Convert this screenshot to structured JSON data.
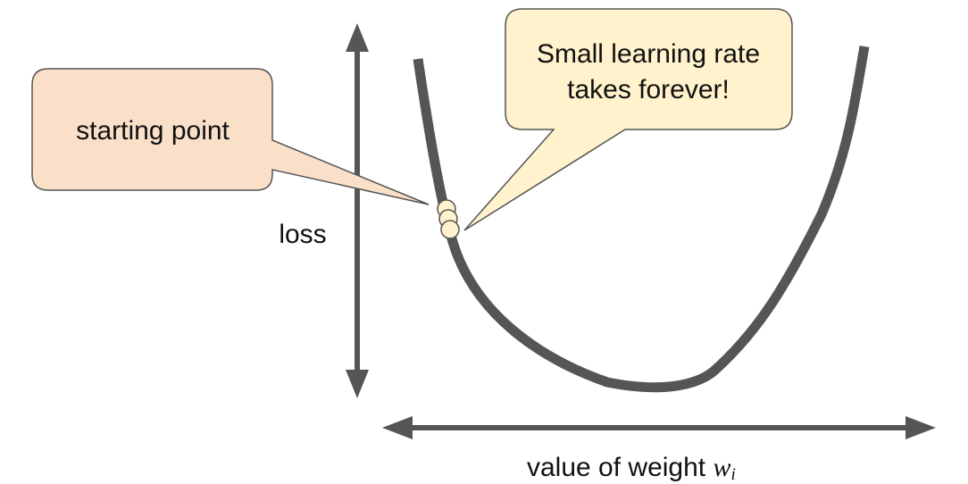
{
  "diagram": {
    "y_axis_label": "loss",
    "x_axis_label": "value of weight ",
    "x_axis_symbol": "w",
    "x_axis_symbol_subscript": "i",
    "callouts": {
      "start": {
        "text": "starting point"
      },
      "small_lr": {
        "line1": "Small learning rate",
        "line2": "takes forever!"
      }
    },
    "points_count": 3,
    "colors": {
      "curve": "#555555",
      "axis": "#555555",
      "start_callout_fill": "#fbe0c9",
      "start_callout_stroke": "#555555",
      "lr_callout_fill": "#fff2cc",
      "lr_callout_stroke": "#555555",
      "point_fill": "#fff2cc",
      "point_stroke": "#555555"
    }
  }
}
